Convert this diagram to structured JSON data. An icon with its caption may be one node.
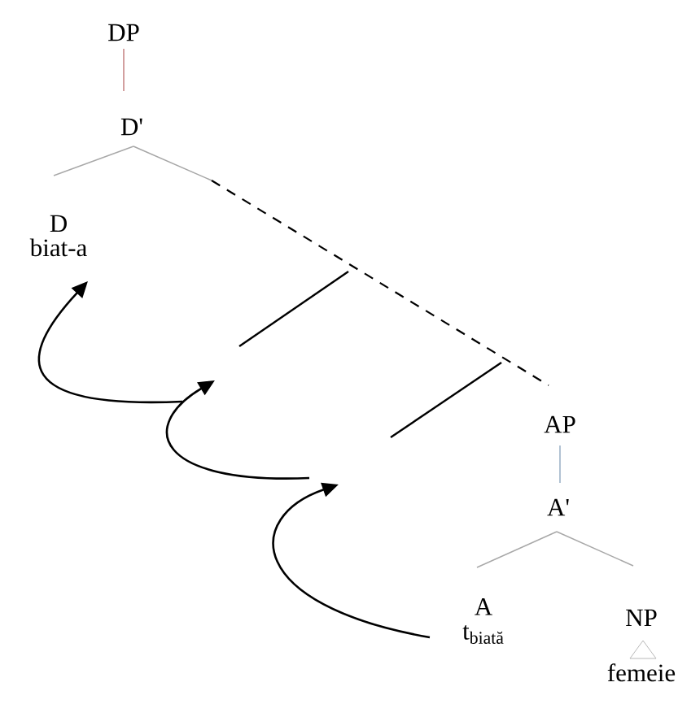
{
  "diagram": {
    "nodes": [
      {
        "text": [
          "DP"
        ]
      },
      {
        "text": [
          "D'"
        ]
      },
      {
        "text": [
          "D",
          "biat-a"
        ]
      },
      {
        "text": [
          "AP"
        ]
      },
      {
        "text": [
          "A'"
        ]
      },
      {
        "text": [
          "A",
          "t$_{biată}$"
        ]
      },
      {
        "text": [
          "NP",
          "femeie"
        ]
      },
      {
        "text": [],
        "shape": "line"
      },
      {
        "text": [],
        "shape": "line"
      }
    ],
    "edges": [
      {
        "from": 0,
        "to": 1,
        "arrow": "none",
        "color": "#c07878"
      },
      {
        "from": 1,
        "to": 2,
        "arrow": "none",
        "color": "#a8a8a8"
      },
      {
        "from": 1,
        "to": 3,
        "arrow": "none",
        "style": "dashed",
        "color": "#000000"
      },
      {
        "from": 3,
        "to": 4,
        "arrow": "none",
        "color": "#90a8c0"
      },
      {
        "from": 4,
        "to": 5,
        "arrow": "none",
        "color": "#a8a8a8"
      },
      {
        "from": 4,
        "to": 6,
        "arrow": "none",
        "color": "#a8a8a8"
      },
      {
        "from": 5,
        "to": 8,
        "arrow": "to",
        "color": "#000000"
      },
      {
        "from": 8,
        "to": 7,
        "arrow": "to",
        "color": "#000000"
      },
      {
        "from": 7,
        "to": 2,
        "arrow": "to",
        "color": "#000000"
      }
    ]
  }
}
